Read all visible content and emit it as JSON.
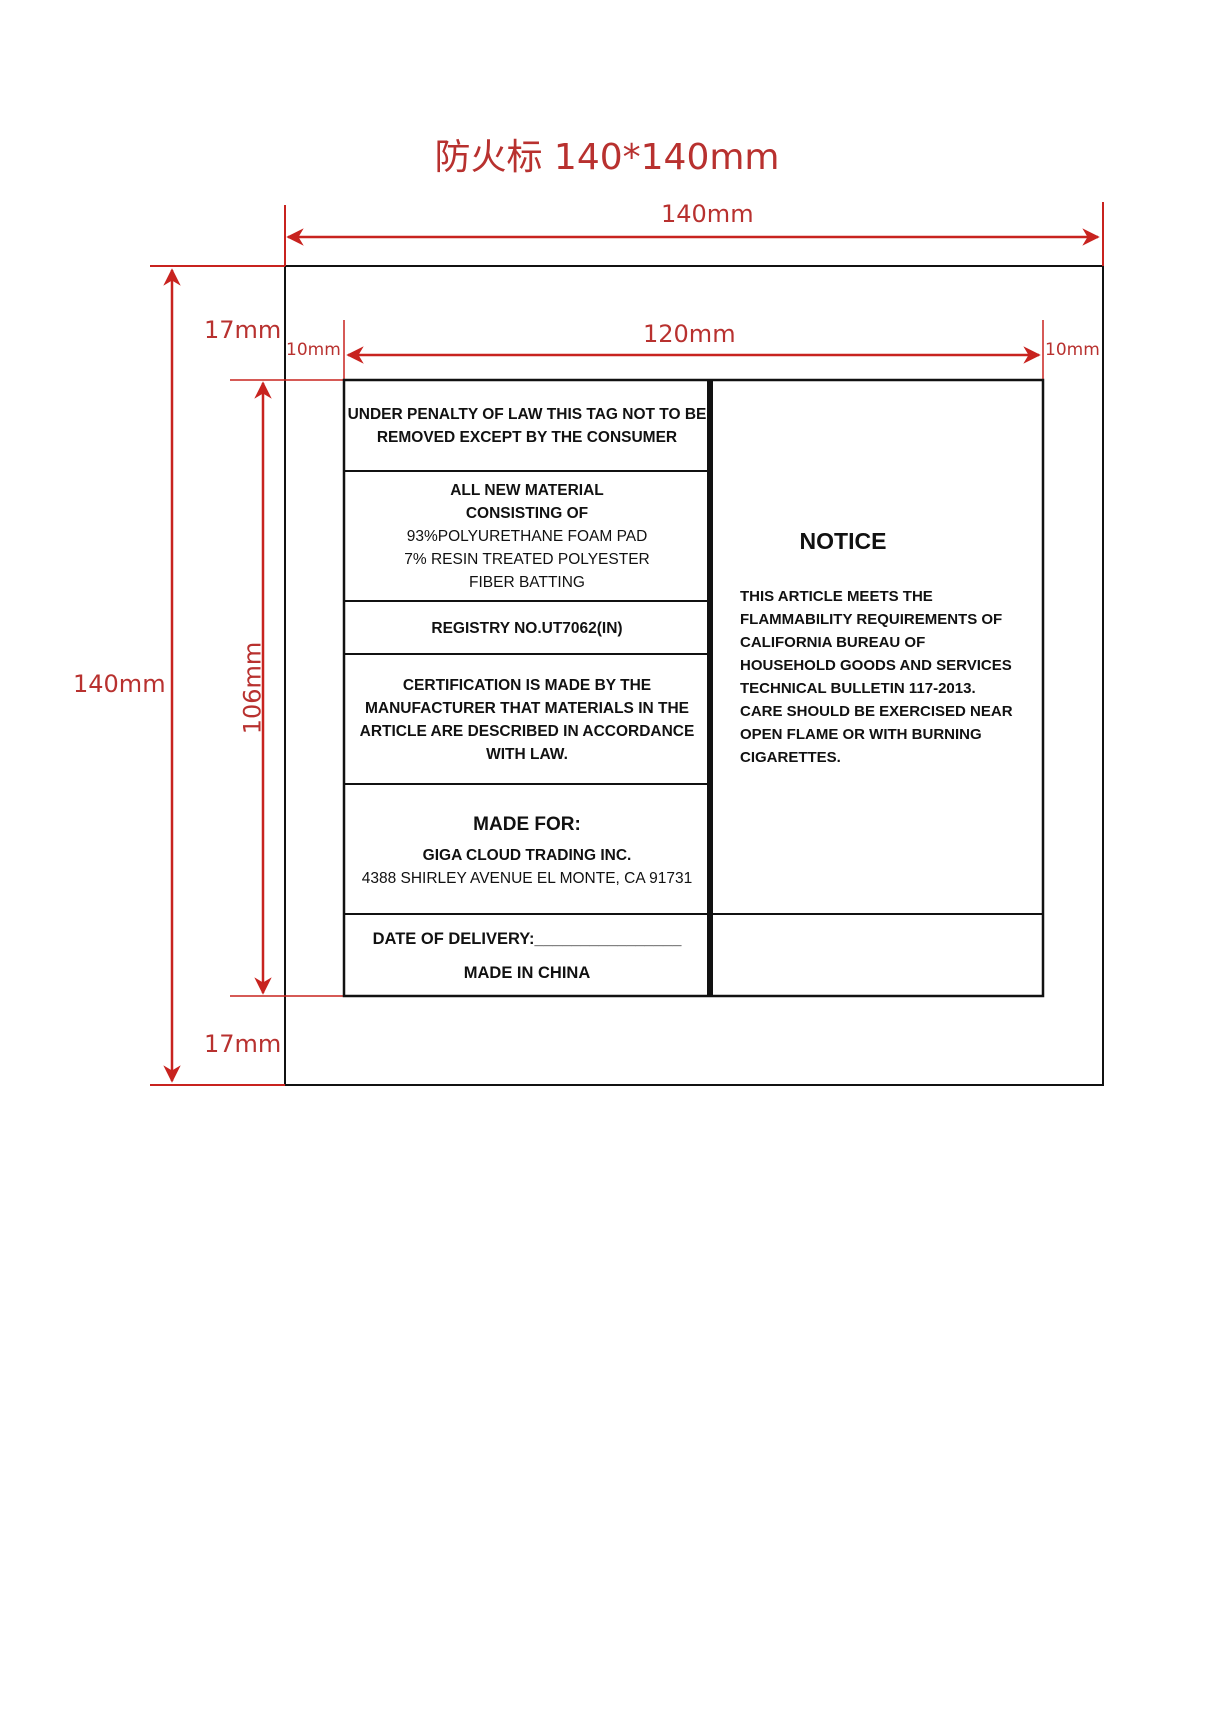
{
  "title": "防火标 140*140mm",
  "dimensions": {
    "outer_width": "140mm",
    "outer_height": "140mm",
    "inner_width": "120mm",
    "inner_height": "106mm",
    "top_margin": "17mm",
    "bottom_margin": "17mm",
    "left_margin": "10mm",
    "right_margin": "10mm"
  },
  "label": {
    "penalty": [
      "UNDER PENALTY OF LAW THIS TAG NOT TO BE",
      "REMOVED EXCEPT BY  THE CONSUMER"
    ],
    "material": [
      "ALL NEW MATERIAL",
      "CONSISTING OF",
      "93%POLYURETHANE FOAM PAD",
      "7% RESIN TREATED POLYESTER",
      "FIBER BATTING"
    ],
    "registry": "REGISTRY NO.UT7062(IN)",
    "certification": [
      "CERTIFICATION IS MADE BY THE",
      "MANUFACTURER THAT MATERIALS IN THE",
      "ARTICLE ARE DESCRIBED IN ACCORDANCE",
      "WITH LAW."
    ],
    "made_for_heading": "MADE FOR:",
    "made_for_company": "GIGA CLOUD TRADING INC.",
    "made_for_address": "4388 SHIRLEY AVENUE EL MONTE, CA 91731",
    "delivery": "DATE OF DELIVERY:________________",
    "origin": "MADE IN CHINA",
    "notice_title": "NOTICE",
    "notice_body": [
      "THIS ARTICLE MEETS THE",
      "FLAMMABILITY REQUIREMENTS OF",
      "CALIFORNIA BUREAU OF",
      "HOUSEHOLD GOODS AND SERVICES",
      "TECHNICAL BULLETIN 117-2013.",
      "CARE SHOULD BE EXERCISED NEAR",
      "OPEN FLAME OR WITH BURNING",
      "CIGARETTES."
    ]
  },
  "colors": {
    "dimension": "#b8312f",
    "line": "#111111"
  }
}
